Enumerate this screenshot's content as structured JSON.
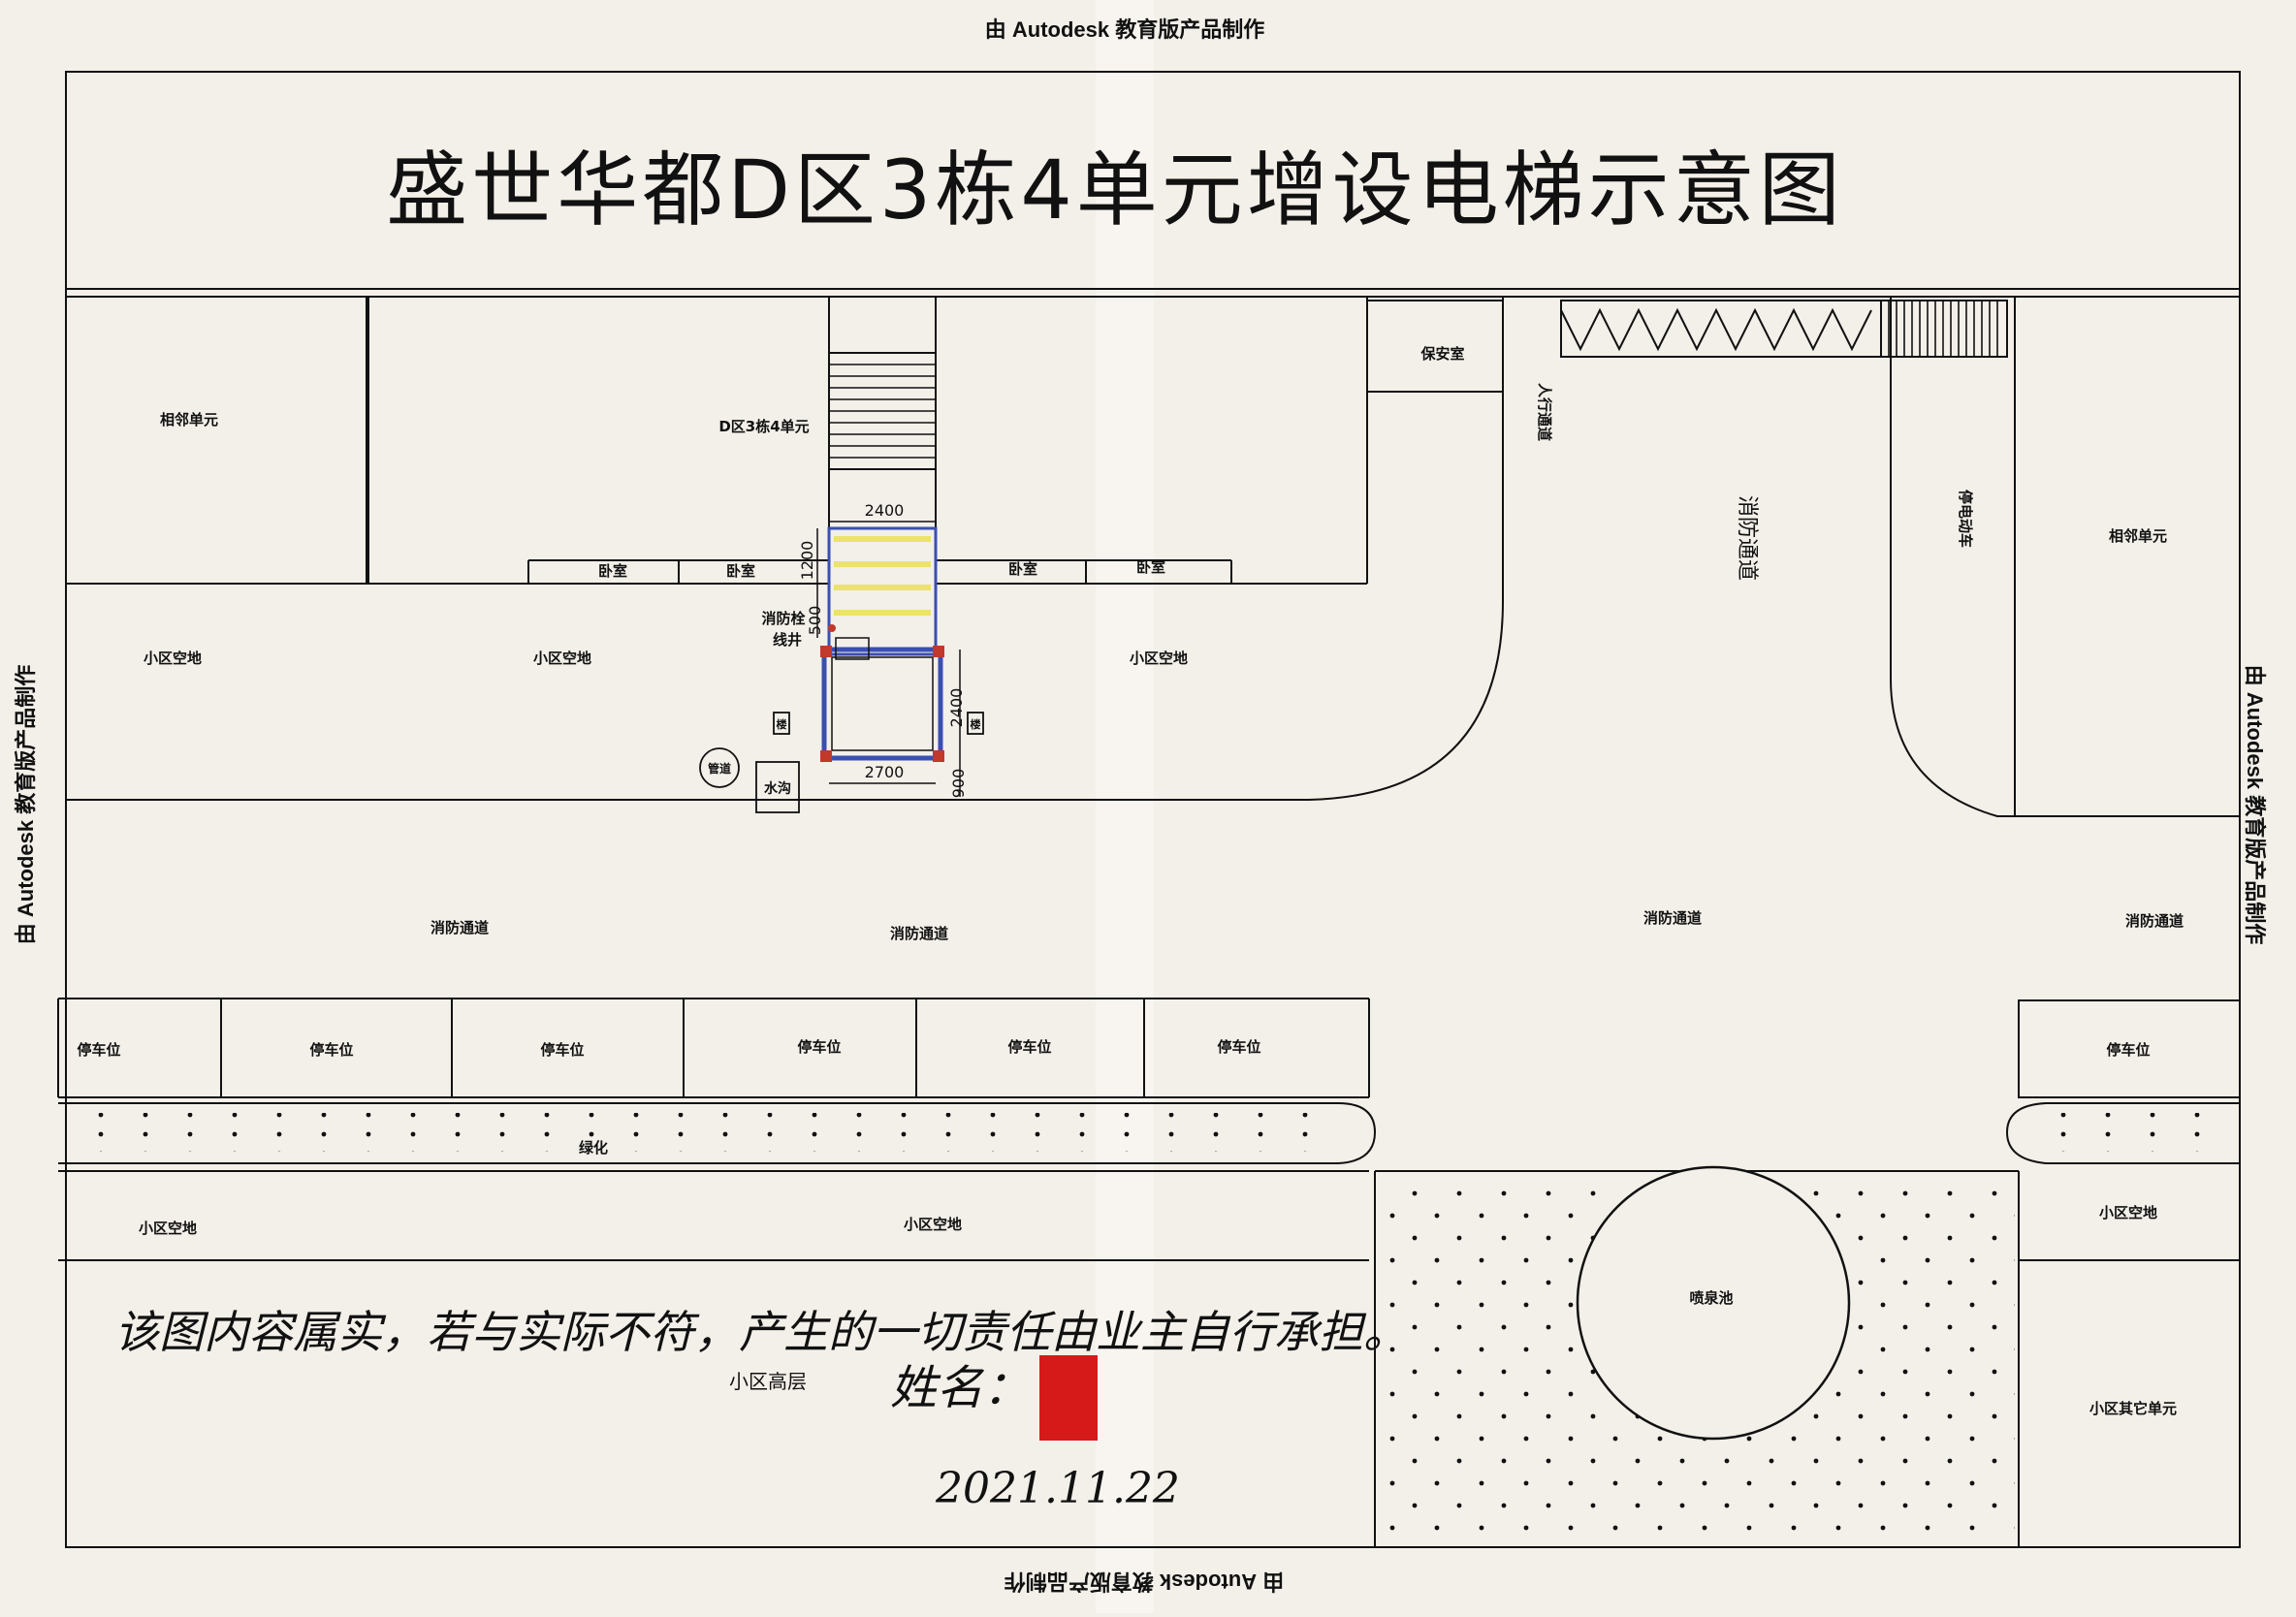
{
  "title": "盛世华都D区3栋4单元增设电梯示意图",
  "watermark": "由 Autodesk 教育版产品制作",
  "labels": {
    "neighbor_left": "相邻单元",
    "neighbor_right": "相邻单元",
    "building": "D区3栋4单元",
    "bedroom": "卧室",
    "guard_room": "保安室",
    "pedestrian_path": "人行通道",
    "fire_lane_vertical": "消防通道",
    "ebike_parking": "停电动车",
    "open_space": "小区空地",
    "hydrant": "消防栓",
    "wire_well": "线井",
    "pipe": "管道",
    "drain": "水沟",
    "fire_lane": "消防通道",
    "parking": "停车位",
    "greenery": "绿化",
    "fountain": "喷泉池",
    "high_rise": "小区高层",
    "other_units": "小区其它单元",
    "floor_tag": "楼"
  },
  "dimensions": {
    "top_width": "2400",
    "upper_depth": "1200",
    "gap": "500",
    "shaft_depth": "2400",
    "shaft_width": "2700",
    "bottom_offset": "900"
  },
  "handwritten": {
    "statement": "该图内容属实，若与实际不符，产生的一切责任由业主自行承担。",
    "name_label": "姓名：",
    "date": "2021.11.22"
  },
  "colors": {
    "line": "#111111",
    "paper": "#f3efe9",
    "redaction": "#d61a1a",
    "corner_marker": "#c0392b",
    "stair_fill": "#ece36a",
    "shaft_blue": "#3a4fb0"
  }
}
